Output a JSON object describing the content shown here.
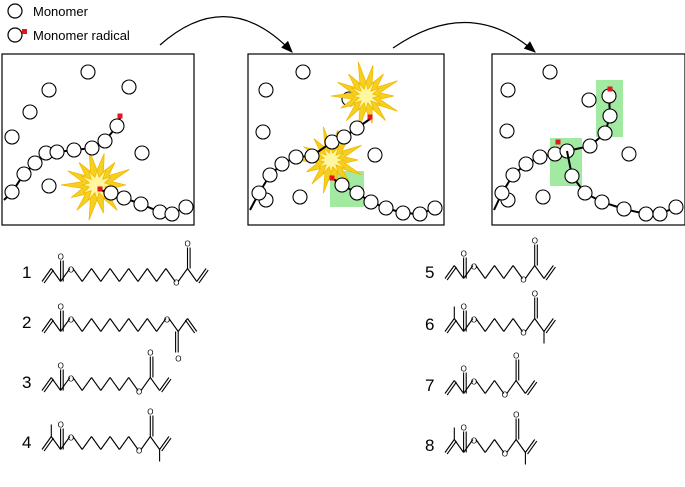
{
  "legend": {
    "items": [
      {
        "label": "Monomer",
        "marker": "open-circle"
      },
      {
        "label": "Monomer radical",
        "marker": "open-circle-with-red-square"
      }
    ]
  },
  "panels": [
    {
      "stage": 1,
      "description_icons": [
        "monomer-chain",
        "starburst"
      ]
    },
    {
      "stage": 2,
      "description_icons": [
        "monomer-chain",
        "starburst",
        "green-highlight"
      ]
    },
    {
      "stage": 3,
      "description_icons": [
        "monomer-chain",
        "green-highlight"
      ]
    }
  ],
  "structures": [
    {
      "number": "1",
      "spacer_carbons": 10,
      "type": "acrylate"
    },
    {
      "number": "2",
      "spacer_carbons": 9,
      "type": "acrylate"
    },
    {
      "number": "3",
      "spacer_carbons": 6,
      "type": "acrylate"
    },
    {
      "number": "4",
      "spacer_carbons": 6,
      "type": "methacrylate"
    },
    {
      "number": "5",
      "spacer_carbons": 4,
      "type": "acrylate"
    },
    {
      "number": "6",
      "spacer_carbons": 4,
      "type": "methacrylate"
    },
    {
      "number": "7",
      "spacer_carbons": 2,
      "type": "acrylate"
    },
    {
      "number": "8",
      "spacer_carbons": 2,
      "type": "methacrylate"
    }
  ],
  "atom_label": "O",
  "colors": {
    "radical": "#e8141b",
    "highlight": "#8be58b",
    "burst_outer": "#f5d020",
    "burst_inner": "#fff6a0",
    "line": "#000000"
  }
}
